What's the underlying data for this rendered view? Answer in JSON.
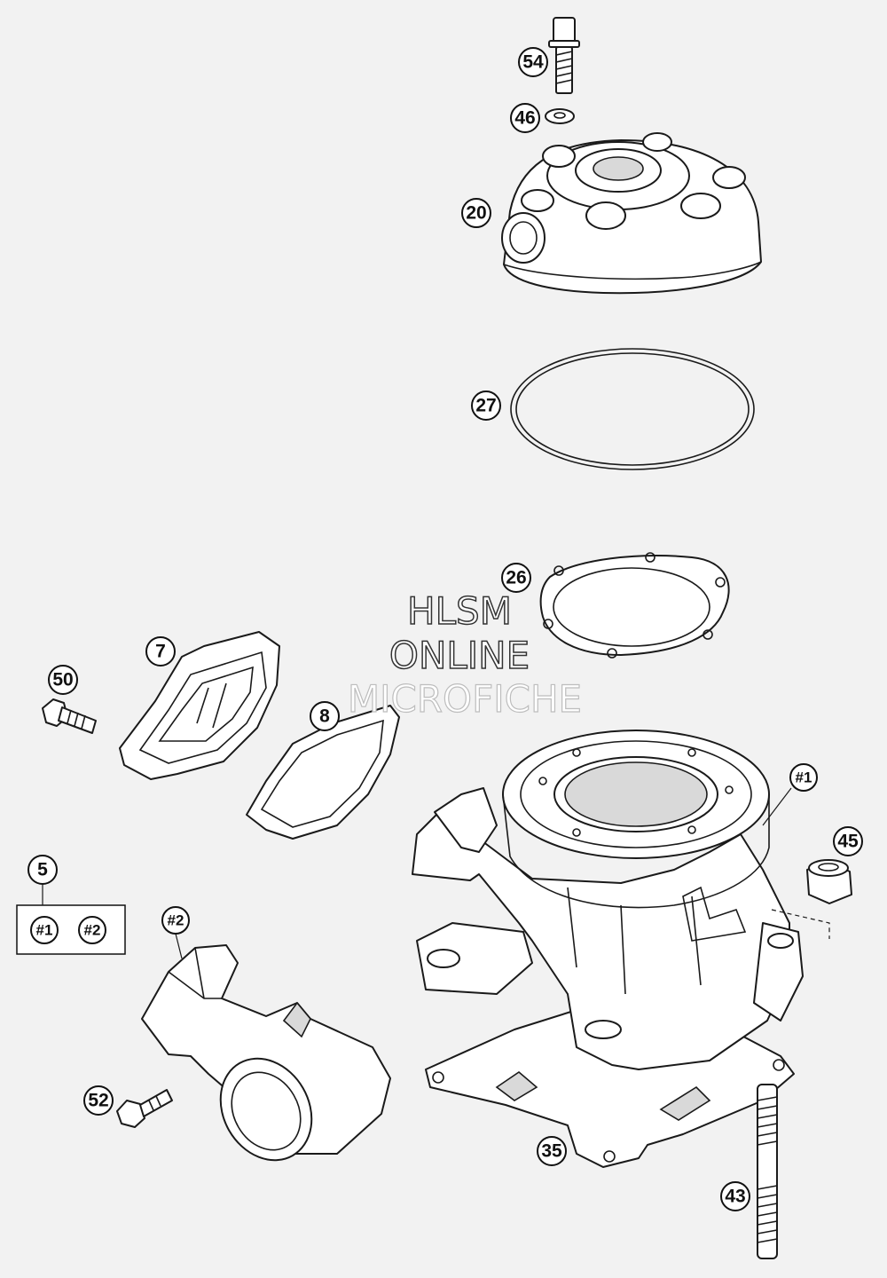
{
  "watermark": {
    "line1": "HLSM",
    "line2": "ONLINE",
    "line3": "MICROFICHE"
  },
  "callouts": {
    "c54": "54",
    "c46": "46",
    "c20": "20",
    "c27": "27",
    "c26": "26",
    "c7": "7",
    "c50": "50",
    "c8": "8",
    "c5": "5",
    "c1a": "#1",
    "c2a": "#2",
    "c2b": "#2",
    "c1b": "#1",
    "c45": "45",
    "c52": "52",
    "c35": "35",
    "c43": "43"
  },
  "colors": {
    "background": "#f2f2f2",
    "line": "#1a1a1a",
    "shade": "#d9d9d9"
  }
}
